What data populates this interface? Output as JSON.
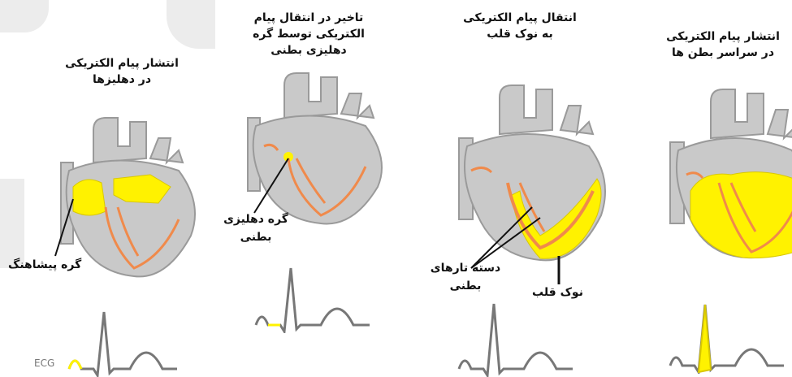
{
  "colors": {
    "tissue": "#c9c9c9",
    "tissue_edge": "#9a9a9a",
    "signal": "#fff200",
    "conduction": "#f08a4b",
    "ecg": "#777777"
  },
  "panels": [
    {
      "caption_lines": [
        "انتشار پیام الکتریکی",
        "در دهلیزها"
      ],
      "labels": [
        "گره پیشاهنگ"
      ],
      "ecg_label": "ECG"
    },
    {
      "caption_lines": [
        "تاخیر در انتقال پیام",
        "الکتریکی توسط گره",
        "دهلیزی بطنی"
      ],
      "labels": [
        "گره دهلیزی",
        "بطنی"
      ]
    },
    {
      "caption_lines": [
        "انتقال پیام الکتریکی",
        "به نوک قلب"
      ],
      "labels": [
        "دسته تارهای",
        "بطنی",
        "نوک قلب"
      ]
    },
    {
      "caption_lines": [
        "انتشار پیام الکتریکی",
        "در سراسر بطن ها"
      ]
    }
  ]
}
